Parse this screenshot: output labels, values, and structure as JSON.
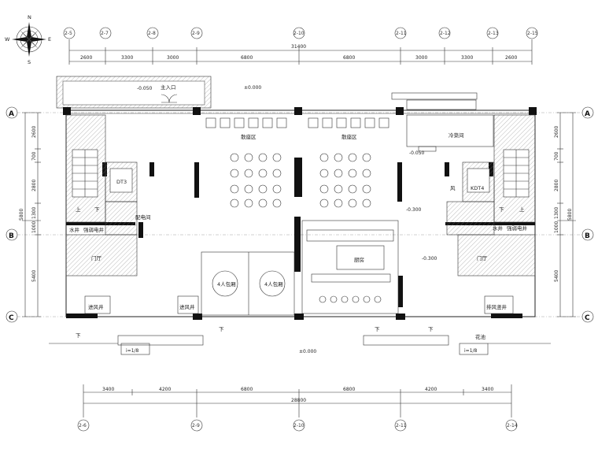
{
  "top_axes": [
    "2-5",
    "2-7",
    "2-8",
    "2-9",
    "2-10",
    "2-11",
    "2-12",
    "2-13",
    "2-15"
  ],
  "top_dims": [
    "2600",
    "3300",
    "3000",
    "6800",
    "6800",
    "3000",
    "3300",
    "2600"
  ],
  "top_total": "31400",
  "bottom_axes": [
    "2-6",
    "2-9",
    "2-10",
    "2-11",
    "2-14"
  ],
  "bottom_dims": [
    "3400",
    "4200",
    "6800",
    "6800",
    "4200",
    "3400"
  ],
  "bottom_total": "28800",
  "row_axes": [
    "A",
    "B",
    "C"
  ],
  "left_dims": [
    "2600",
    "700",
    "2800",
    "1300",
    "1000",
    "5400"
  ],
  "left_merged": "5800",
  "right_dims": [
    "2600",
    "700",
    "2800",
    "1300",
    "1000",
    "5400"
  ],
  "right_merged": "5800",
  "compass": {
    "n": "N",
    "s": "S",
    "e": "E",
    "w": "W"
  },
  "rooms": {
    "main_entrance": "主入口",
    "dining_area_left": "散座区",
    "dining_area_right": "散座区",
    "cold_room": "冷菜间",
    "electric_room": "配电间",
    "water_well_left": "水井",
    "power_well_left": "强弱电井",
    "water_well_right": "水井",
    "power_well_right": "强弱电井",
    "hall_left": "门厅",
    "hall_right": "门厅",
    "private_room_1": "4人包厢",
    "private_room_2": "4人包厢",
    "air_in_shaft": "进风井",
    "air_in_shaft_2": "进风井",
    "exhaust_shaft": "排风竖井",
    "flower_pool": "花池",
    "kitchen": "厨房",
    "elevator_left": "DT3",
    "elevator_right": "KDT4",
    "wind_left": "风",
    "up_label": "上",
    "down_label": "下",
    "ramp_left": "i=1/8",
    "ramp_right": "i=1/8",
    "stair_down_left": "下",
    "stair_down_right": "下",
    "stair_down_mid1": "下",
    "stair_down_mid2": "下"
  },
  "elevations": [
    "-0.050",
    "±0.000",
    "-0.300",
    "±0.000",
    "-0.050",
    "-0.300"
  ]
}
